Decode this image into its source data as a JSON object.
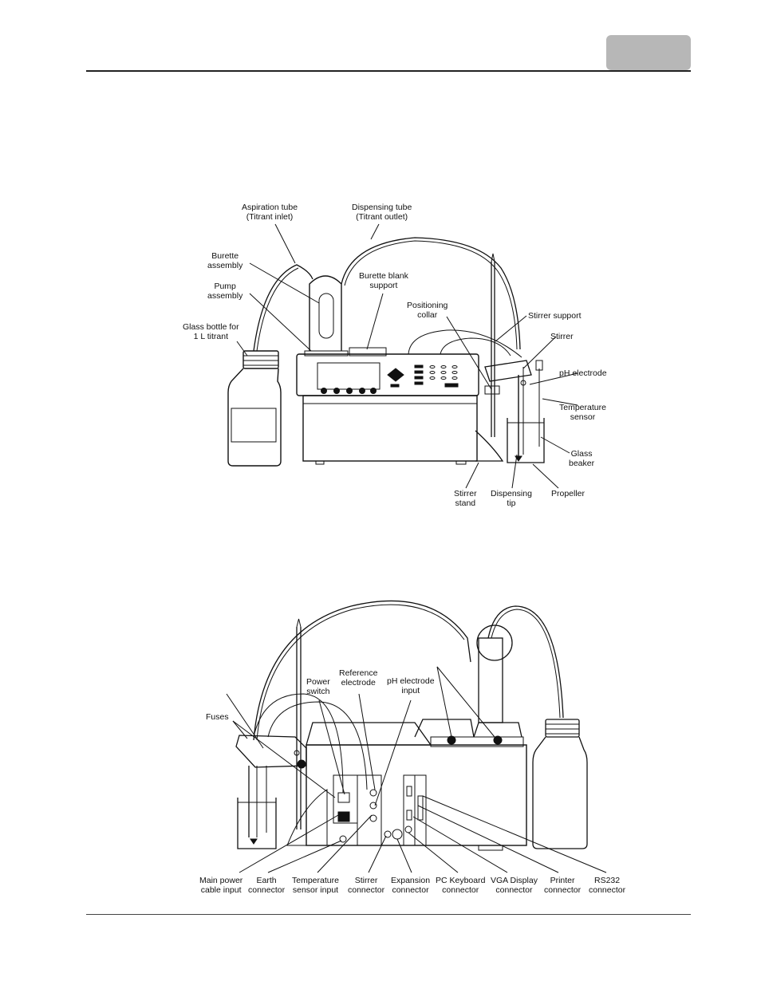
{
  "figure1": {
    "labels": {
      "aspiration_tube": [
        "Aspiration tube",
        "(Titrant inlet)"
      ],
      "dispensing_tube": [
        "Dispensing tube",
        "(Titrant outlet)"
      ],
      "burette_assembly": [
        "Burette",
        "assembly"
      ],
      "burette_blank_support": [
        "Burette blank",
        "support"
      ],
      "pump_assembly": [
        "Pump",
        "assembly"
      ],
      "positioning_collar": [
        "Positioning",
        "collar"
      ],
      "stirrer_support": [
        "Stirrer support"
      ],
      "glass_bottle": [
        "Glass bottle for",
        "1 L  titrant"
      ],
      "stirrer": [
        "Stirrer"
      ],
      "ph_electrode": [
        "pH electrode"
      ],
      "temperature_sensor": [
        "Temperature",
        "sensor"
      ],
      "glass_beaker": [
        "Glass",
        "beaker"
      ],
      "stirrer_stand": [
        "Stirrer",
        "stand"
      ],
      "dispensing_tip": [
        "Dispensing",
        "tip"
      ],
      "propeller": [
        "Propeller"
      ]
    }
  },
  "figure2": {
    "labels": {
      "reference_electrode": [
        "Reference",
        "electrode"
      ],
      "power_switch": [
        "Power",
        "switch"
      ],
      "ph_electrode_input": [
        "pH  electrode",
        "input"
      ],
      "fuses": [
        "Fuses"
      ],
      "main_power": [
        "Main power",
        "cable input"
      ],
      "earth_connector": [
        "Earth",
        "connector"
      ],
      "temperature_sensor_input": [
        "Temperature",
        "sensor input"
      ],
      "stirrer_connector": [
        "Stirrer",
        "connector"
      ],
      "expansion_connector": [
        "Expansion",
        "connector"
      ],
      "pc_keyboard_connector": [
        "PC Keyboard",
        "connector"
      ],
      "vga_display_connector": [
        "VGA Display",
        "connector"
      ],
      "printer_connector": [
        "Printer",
        "connector"
      ],
      "rs232_connector": [
        "RS232",
        "connector"
      ]
    }
  }
}
